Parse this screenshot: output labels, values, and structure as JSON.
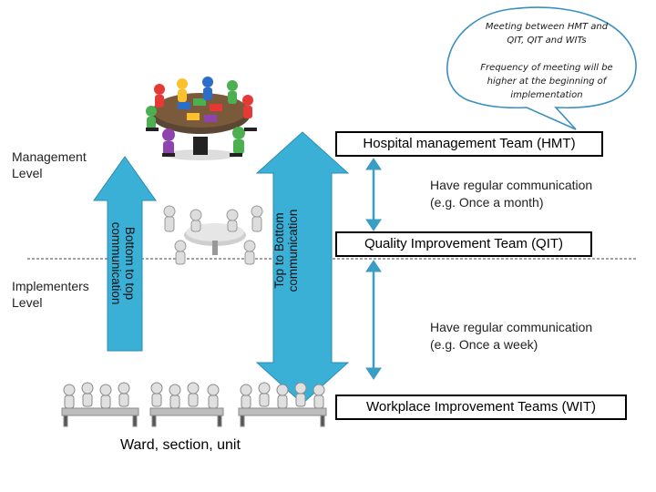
{
  "callout": {
    "line1": "Meeting between HMT and",
    "line2": "QIT, QIT and WITs",
    "line3": "Frequency of meeting will be",
    "line4": "higher at the beginning of",
    "line5": "implementation"
  },
  "levels": {
    "management": [
      "Management",
      "Level"
    ],
    "implementers": [
      "Implementers",
      "Level"
    ]
  },
  "arrows": {
    "bottom_to_top": [
      "Bottom to top",
      "communication"
    ],
    "top_to_bottom": [
      "Top to Bottom",
      "communication"
    ]
  },
  "teams": {
    "hmt": "Hospital management Team (HMT)",
    "qit": "Quality Improvement Team (QIT)",
    "wit": "Workplace Improvement Teams (WIT)"
  },
  "communications": {
    "monthly": [
      "Have regular communication",
      "(e.g. Once a month)"
    ],
    "weekly": [
      "Have regular communication",
      "(e.g. Once a week)"
    ]
  },
  "bottom_label": "Ward, section, unit",
  "colors": {
    "arrow_fill": "#3bb0d6",
    "arrow_stroke": "#2b8db3",
    "double_arrow": "#3a9dc4",
    "callout_fill": "#ffffff",
    "box_border": "#000000"
  },
  "icons": {
    "meeting_round_table": "meeting-round-table-icon",
    "small_meeting": "small-meeting-icon",
    "worker_group": "worker-group-icon"
  }
}
